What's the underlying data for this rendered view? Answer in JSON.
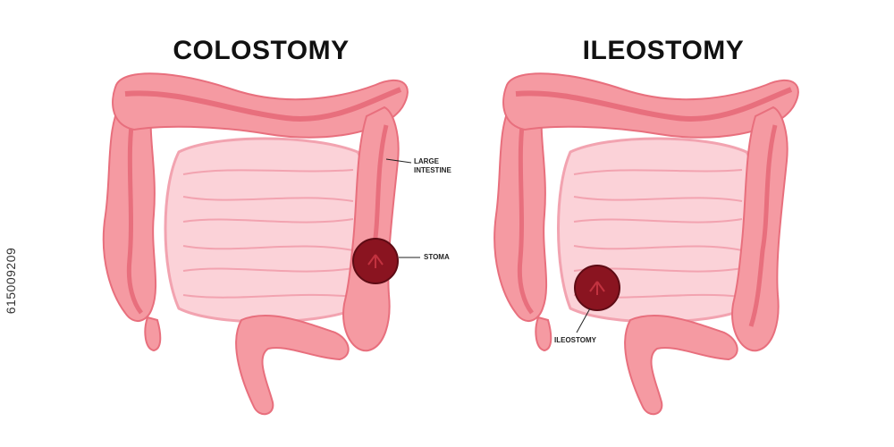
{
  "panels": [
    {
      "title": "COLOSTOMY",
      "labels": {
        "large_intestine_1": "LARGE",
        "large_intestine_2": "INTESTINE",
        "stoma": "STOMA"
      }
    },
    {
      "title": "ILEOSTOMY",
      "labels": {
        "ileostomy": "ILEOSTOMY"
      }
    }
  ],
  "side_text": "615009209",
  "colors": {
    "colon": "#f59aa2",
    "colon_dark": "#e86f7d",
    "small_intestine": "#fbd2d8",
    "small_intestine_line": "#f2a3b0",
    "stoma": "#8a1420",
    "stoma_dark": "#5e0b14"
  }
}
